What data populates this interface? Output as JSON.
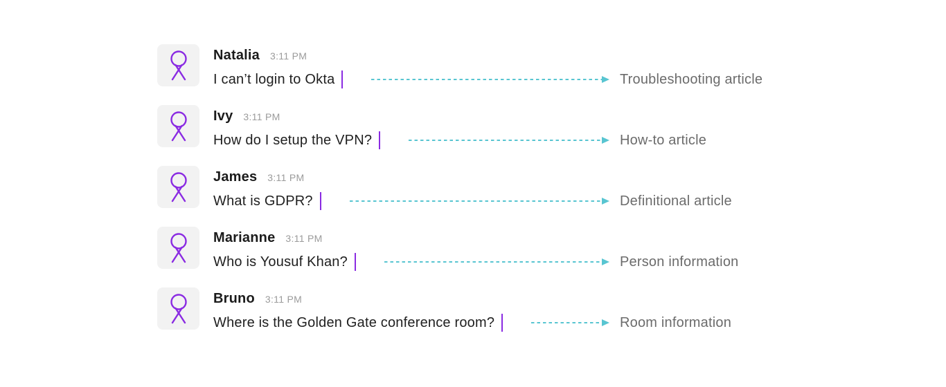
{
  "colors": {
    "purple": "#8a2be2",
    "teal": "#58c5d1",
    "avatarBg": "#f2f2f2",
    "nameColor": "#1b1b1b",
    "messageColor": "#202020",
    "timestampColor": "#9b9b9b",
    "labelColor": "#6b6b6b"
  },
  "icons": {
    "avatar": "person-stick-figure-icon",
    "arrowhead": "right-arrowhead-icon"
  },
  "conversation": {
    "rows": [
      {
        "name": "Natalia",
        "time": "3:11 PM",
        "message": "I can’t login to Okta",
        "label": "Troubleshooting article"
      },
      {
        "name": "Ivy",
        "time": "3:11 PM",
        "message": "How do I setup the VPN?",
        "label": "How-to article"
      },
      {
        "name": "James",
        "time": "3:11 PM",
        "message": "What is GDPR?",
        "label": "Definitional article"
      },
      {
        "name": "Marianne",
        "time": "3:11 PM",
        "message": "Who is Yousuf Khan?",
        "label": "Person information"
      },
      {
        "name": "Bruno",
        "time": "3:11 PM",
        "message": "Where is the Golden Gate conference room?",
        "label": "Room information"
      }
    ]
  }
}
